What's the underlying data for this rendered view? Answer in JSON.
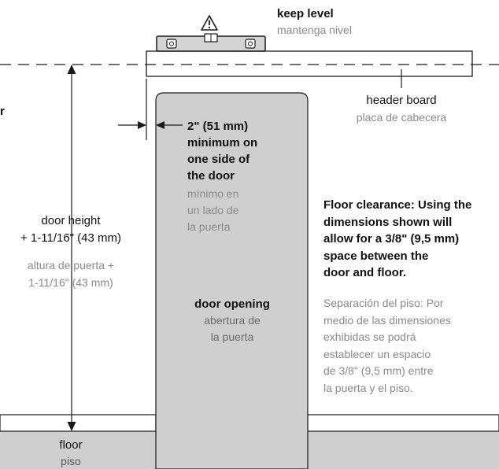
{
  "labels": {
    "keep_level_en": "keep level",
    "keep_level_es": "mantenga nivel",
    "header_board_en": "header board",
    "header_board_es": "placa de cabecera",
    "left_edge_char": "r",
    "side_clearance_en": "2\" (51 mm)\nminimum on\none side of\nthe door",
    "side_clearance_es": "mínimo en\nun lado de\nla puerta",
    "door_height_en": "door height\n+ 1-11/16\" (43 mm)",
    "door_height_es": "altura de puerta +\n1-11/16\" (43 mm)",
    "floor_clearance_en": "Floor clearance: Using the\ndimensions shown will\nallow for a 3/8\" (9,5 mm)\nspace between the\ndoor and floor.",
    "floor_clearance_es": "Separación del piso: Por\nmedio de las dimensiones\nexhibidas se podrá\nestablecer un espacio\nde 3/8\" (9,5 mm)  entre\nla puerta y el piso.",
    "door_opening_en": "door opening",
    "door_opening_es": "abertura de\nla puerta",
    "floor_en": "floor",
    "floor_es": "piso"
  },
  "icons": {
    "warning": "warning-triangle-icon",
    "level": "spirit-level-icon"
  },
  "colors": {
    "wall_fill": "#ffffff",
    "opening_fill": "#cfcfcf",
    "floor_fill": "#cfcfcf",
    "line": "#1a1a1a",
    "text_primary": "#111111",
    "text_secondary": "#8a8a8a"
  }
}
